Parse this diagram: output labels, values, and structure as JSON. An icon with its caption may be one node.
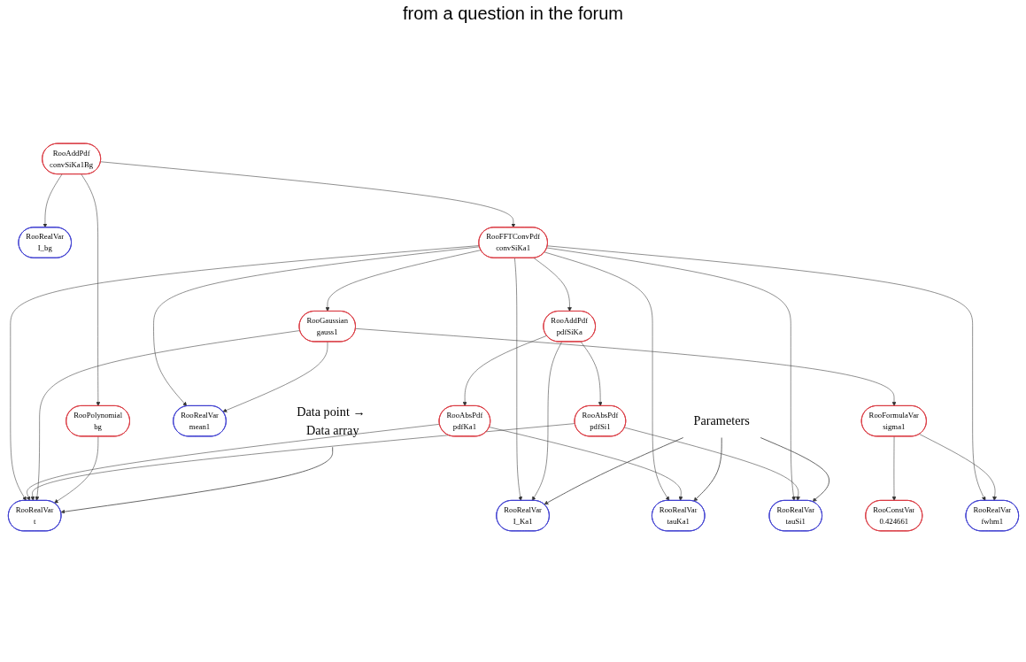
{
  "diagram": {
    "nodes": [
      {
        "text": [
          "RooAddPdf",
          "convSiKa1Bg"
        ]
      },
      {
        "text": [
          "RooFFTConvPdf",
          "convSiKa1"
        ]
      },
      {
        "text": [
          "RooRealVar",
          "I_bg"
        ]
      },
      {
        "text": [
          "RooAddPdf",
          "pdfSiKa"
        ]
      },
      {
        "text": [
          "RooGaussian",
          "gauss1"
        ]
      },
      {
        "text": [
          "RooPolynomial",
          "bg"
        ]
      },
      {
        "text": [
          "RooRealVar",
          "I_Ka1"
        ]
      },
      {
        "text": [
          "RooAbsPdf",
          "pdfKa1"
        ]
      },
      {
        "text": [
          "RooAbsPdf",
          "pdfSi1"
        ]
      },
      {
        "text": [
          "RooRealVar",
          "mean1"
        ]
      },
      {
        "text": [
          "RooFormulaVar",
          "sigma1"
        ]
      },
      {
        "text": [
          "RooRealVar",
          "tauKa1"
        ]
      },
      {
        "text": [
          "RooRealVar",
          "tauSi1"
        ]
      },
      {
        "text": [
          "RooRealVar",
          "t"
        ]
      },
      {
        "text": [
          "RooConstVar",
          "0.424661"
        ]
      },
      {
        "text": [
          "RooRealVar",
          "fwhm1"
        ]
      },
      {
        "text": [
          "Parameters"
        ]
      },
      {
        "text": [
          "Data point → Data array"
        ]
      }
    ],
    "edges": [
      {
        "from": 0,
        "to": 2,
        "arrow": "to"
      },
      {
        "from": 0,
        "to": 5,
        "arrow": "to"
      },
      {
        "from": 0,
        "to": 1,
        "arrow": "to"
      },
      {
        "from": 1,
        "to": 3,
        "arrow": "to"
      },
      {
        "from": 1,
        "to": 6,
        "arrow": "to"
      },
      {
        "from": 1,
        "to": 11,
        "arrow": "to"
      },
      {
        "from": 1,
        "to": 12,
        "arrow": "to"
      },
      {
        "from": 1,
        "to": 13,
        "arrow": "to"
      },
      {
        "from": 1,
        "to": 9,
        "arrow": "to"
      },
      {
        "from": 1,
        "to": 4,
        "arrow": "to"
      },
      {
        "from": 1,
        "to": 15,
        "arrow": "to"
      },
      {
        "from": 3,
        "to": 6,
        "arrow": "to"
      },
      {
        "from": 3,
        "to": 7,
        "arrow": "to"
      },
      {
        "from": 3,
        "to": 8,
        "arrow": "to"
      },
      {
        "from": 7,
        "to": 11,
        "arrow": "to"
      },
      {
        "from": 7,
        "to": 13,
        "arrow": "to"
      },
      {
        "from": 8,
        "to": 12,
        "arrow": "to"
      },
      {
        "from": 8,
        "to": 13,
        "arrow": "to"
      },
      {
        "from": 4,
        "to": 9,
        "arrow": "to"
      },
      {
        "from": 4,
        "to": 10,
        "arrow": "to"
      },
      {
        "from": 4,
        "to": 13,
        "arrow": "to"
      },
      {
        "from": 5,
        "to": 13,
        "arrow": "to"
      },
      {
        "from": 10,
        "to": 14,
        "arrow": "to"
      },
      {
        "from": 10,
        "to": 15,
        "arrow": "to"
      },
      {
        "from": 16,
        "to": 6,
        "arrow": "to",
        "color": "#444444"
      },
      {
        "from": 16,
        "to": 11,
        "arrow": "to",
        "color": "#444444"
      },
      {
        "from": 16,
        "to": 12,
        "arrow": "to",
        "color": "#444444"
      },
      {
        "from": 17,
        "to": 13,
        "arrow": "to",
        "color": "#444444"
      }
    ],
    "labels": [
      "from a question in the forum"
    ]
  }
}
